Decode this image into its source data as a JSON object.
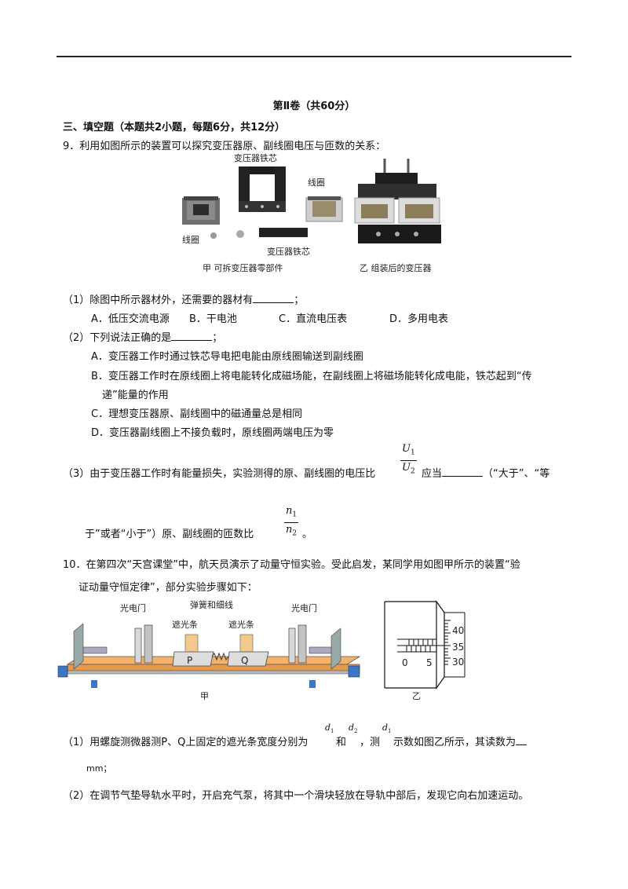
{
  "header": {
    "section_title": "第Ⅱ卷（共60分）"
  },
  "section3": {
    "heading": "三、填空题（本题共2小题，每题6分，共12分）"
  },
  "q9": {
    "stem": "9．利用如图所示的装置可以探究变压器原、副线圈电压与匝数的关系：",
    "figure_labels": {
      "core_top": "变压器铁芯",
      "coil_right": "线圈",
      "coil_left": "线圈",
      "core_bottom": "变压器铁芯",
      "caption_left": "甲  可拆变压器零部件",
      "caption_right": "乙  组装后的变压器"
    },
    "p1": "（1）除图中所示器材外，还需要的器材有",
    "p1_end": "；",
    "p1_options": [
      "A．低压交流电源",
      "B．干电池",
      "C．直流电压表",
      "D．多用电表"
    ],
    "p2": "（2）下列说法正确的是",
    "p2_end": "；",
    "p2_options": [
      "A．变压器工作时通过铁芯导电把电能由原线圈输送到副线圈",
      "B．变压器工作时在原线圈上将电能转化成磁场能，在副线圈上将磁场能转化成电能，铁芯起到“传",
      "递”能量的作用",
      "C．理想变压器原、副线圈中的磁通量总是相同",
      "D．变压器副线圈上不接负载时，原线圈两端电压为零"
    ],
    "p3_a": "（3）由于变压器工作时有能量损失，实验测得的原、副线圈的电压比",
    "p3_b": "应当",
    "p3_c": "（“大于”、“等",
    "p3_d": "于”或者“小于”）原、副线圈的匝数比",
    "p3_e": "。",
    "frac_u_num": "U",
    "frac_u_num_sub": "1",
    "frac_u_den": "U",
    "frac_u_den_sub": "2",
    "frac_n_num": "n",
    "frac_n_num_sub": "1",
    "frac_n_den": "n",
    "frac_n_den_sub": "2"
  },
  "q10": {
    "stem1": "10．在第四次“天宫课堂”中，航天员演示了动量守恒实验。受此启发，某同学用如图甲所示的装置“验",
    "stem2": "证动量守恒定律”，部分实验步骤如下：",
    "fig_labels": {
      "photogate_left": "光电门",
      "photogate_right": "光电门",
      "spring": "弹簧和细线",
      "shade_left": "遮光条",
      "shade_right": "遮光条",
      "slider_p": "P",
      "slider_q": "Q",
      "caption_jia": "甲",
      "caption_yi": "乙",
      "scale_40": "40",
      "scale_35": "35",
      "scale_30": "30",
      "main_0": "0",
      "main_5": "5"
    },
    "p1_a": "（1）用螺旋测微器测P、Q上固定的遮光条宽度分别为",
    "p1_b": "和",
    "p1_c": "，测",
    "p1_d": "示数如图乙所示，其读数为",
    "p1_unit": "mm；",
    "d": "d",
    "sub1": "1",
    "sub2": "2",
    "p2": "（2）在调节气垫导轨水平时，开启充气泵，将其中一个滑块轻放在导轨中部后，发现它向右加速运动。"
  }
}
